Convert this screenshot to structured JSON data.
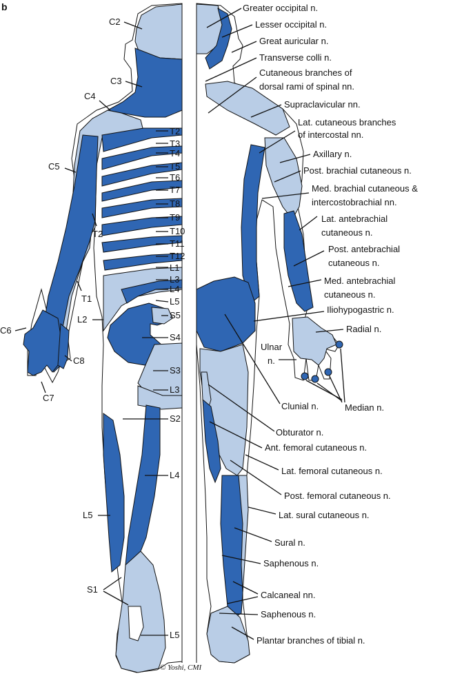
{
  "panel_label": "b",
  "colors": {
    "dark_region": "#2f66b3",
    "light_region": "#b9cde6",
    "skin": "#ffffff",
    "line": "#111111"
  },
  "left_labels": {
    "c2": "C2",
    "c3": "C3",
    "c4": "C4",
    "c5": "C5",
    "c6": "C6",
    "c7": "C7",
    "c8": "C8",
    "t1": "T1",
    "t2_arm": "T2",
    "t2": "T2",
    "t3": "T3",
    "t4": "T4",
    "t5": "T5",
    "t6": "T6",
    "t7": "T7",
    "t8": "T8",
    "t9": "T9",
    "t10": "T10",
    "t11": "T11",
    "t12": "T12",
    "l1": "L1",
    "l2": "L2",
    "l3_back": "L3",
    "l4_back": "L4",
    "l5_back": "L5",
    "s5": "S5",
    "s4": "S4",
    "s3": "S3",
    "l3": "L3",
    "s2": "S2",
    "l4": "L4",
    "l5": "L5",
    "s1": "S1",
    "l5_foot": "L5"
  },
  "right_labels": {
    "greater_occipital": "Greater occipital n.",
    "lesser_occipital": "Lesser occipital n.",
    "great_auricular": "Great auricular n.",
    "transverse_colli": "Transverse colli n.",
    "cutaneous_dorsal_1": "Cutaneous branches of",
    "cutaneous_dorsal_2": "dorsal rami of spinal nn.",
    "supraclavicular": "Supraclavicular nn.",
    "lat_cut_intercostal_1": "Lat. cutaneous branches",
    "lat_cut_intercostal_2": "of intercostal nn.",
    "axillary": "Axillary n.",
    "post_brachial": "Post. brachial cutaneous n.",
    "med_brachial_1": "Med. brachial cutaneous &",
    "med_brachial_2": "intercostobrachial nn.",
    "lat_antebrachial_1": "Lat. antebrachial",
    "lat_antebrachial_2": "cutaneous n.",
    "post_antebrachial_1": "Post. antebrachial",
    "post_antebrachial_2": "cutaneous n.",
    "med_antebrachial_1": "Med. antebrachial",
    "med_antebrachial_2": "cutaneous n.",
    "iliohypogastric": "Iliohypogastric n.",
    "radial": "Radial n.",
    "ulnar_1": "Ulnar",
    "ulnar_2": "n.",
    "clunial": "Clunial n.",
    "median": "Median n.",
    "obturator": "Obturator n.",
    "ant_femoral": "Ant. femoral cutaneous n.",
    "lat_femoral": "Lat. femoral cutaneous n.",
    "post_femoral": "Post. femoral cutaneous n.",
    "lat_sural": "Lat. sural cutaneous n.",
    "sural": "Sural n.",
    "saphenous_1": "Saphenous n.",
    "calcaneal": "Calcaneal nn.",
    "saphenous_2": "Saphenous n.",
    "plantar": "Plantar branches of tibial n."
  },
  "signature": "© Yoshi, CMI"
}
